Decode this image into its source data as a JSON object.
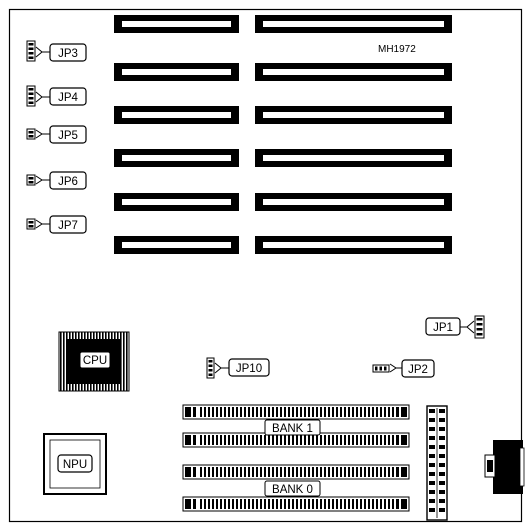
{
  "board": {
    "model_code": "MH1972",
    "components": {
      "cpu": "CPU",
      "npu": "NPU"
    },
    "jumpers": {
      "jp1": "JP1",
      "jp2": "JP2",
      "jp3": "JP3",
      "jp4": "JP4",
      "jp5": "JP5",
      "jp6": "JP6",
      "jp7": "JP7",
      "jp10": "JP10"
    },
    "memory_banks": {
      "bank1": "BANK 1",
      "bank0": "BANK 0"
    }
  }
}
